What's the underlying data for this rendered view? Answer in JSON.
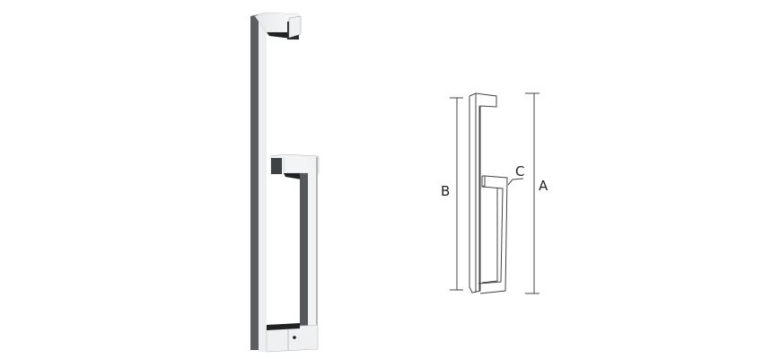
{
  "product_photo": {
    "subject": "chrome square pull handle with offset towel bar",
    "colors": {
      "shadow": "#5a5e63",
      "mid": "#9a9ea3",
      "highlight": "#f2f3f4",
      "edge": "#2a2c2e"
    }
  },
  "dimension_diagram": {
    "labels": {
      "a": "A",
      "b": "B",
      "c": "C"
    },
    "line_color": "#444444"
  }
}
